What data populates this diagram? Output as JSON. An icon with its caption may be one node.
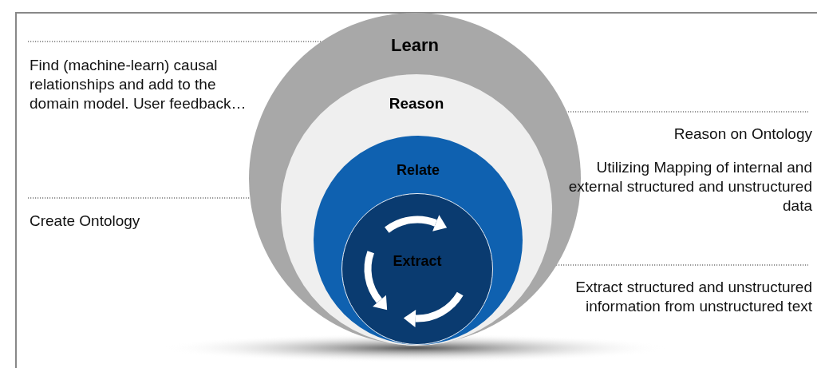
{
  "diagram": {
    "nodes": [
      {
        "text": [
          "Learn"
        ]
      },
      {
        "text": [
          "Reason"
        ],
        "in": 0
      },
      {
        "text": [
          "Relate"
        ],
        "in": 1
      },
      {
        "text": [
          "Extract"
        ],
        "in": 2
      }
    ],
    "labels": [
      "Find (machine-learn) causal relationships and add to the domain model. User feedback…",
      "Reason on Ontology",
      "Utilizing Mapping of internal and external structured and unstructured data",
      "Create Ontology",
      "Extract structured and unstructured information from unstructured text"
    ]
  }
}
